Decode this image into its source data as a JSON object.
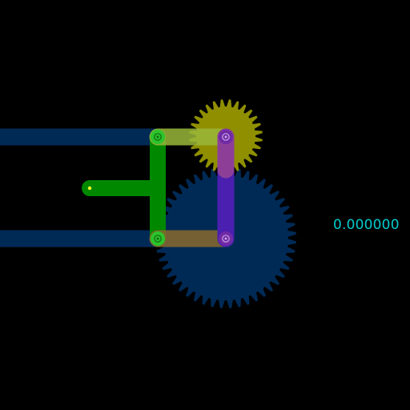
{
  "readout": {
    "value": "0.000000"
  },
  "colors": {
    "background": "#000000",
    "rail": "#002a56",
    "large_gear": "#002a56",
    "small_gear": "#8f8f00",
    "small_gear_hub": "#6f6f00",
    "green_link": "#008800",
    "top_link": "#9ab83a",
    "bottom_link": "#8a6a2e",
    "purple_link": "#4b1fb0",
    "purple_link_top": "#8d3f98",
    "joint_green": "#2bc32b",
    "joint_purple": "#6f2aa6",
    "readout_text": "#00cccc",
    "handle_tip": "#ffff33"
  },
  "mechanism": {
    "large_gear_teeth": 48,
    "small_gear_teeth": 28
  }
}
